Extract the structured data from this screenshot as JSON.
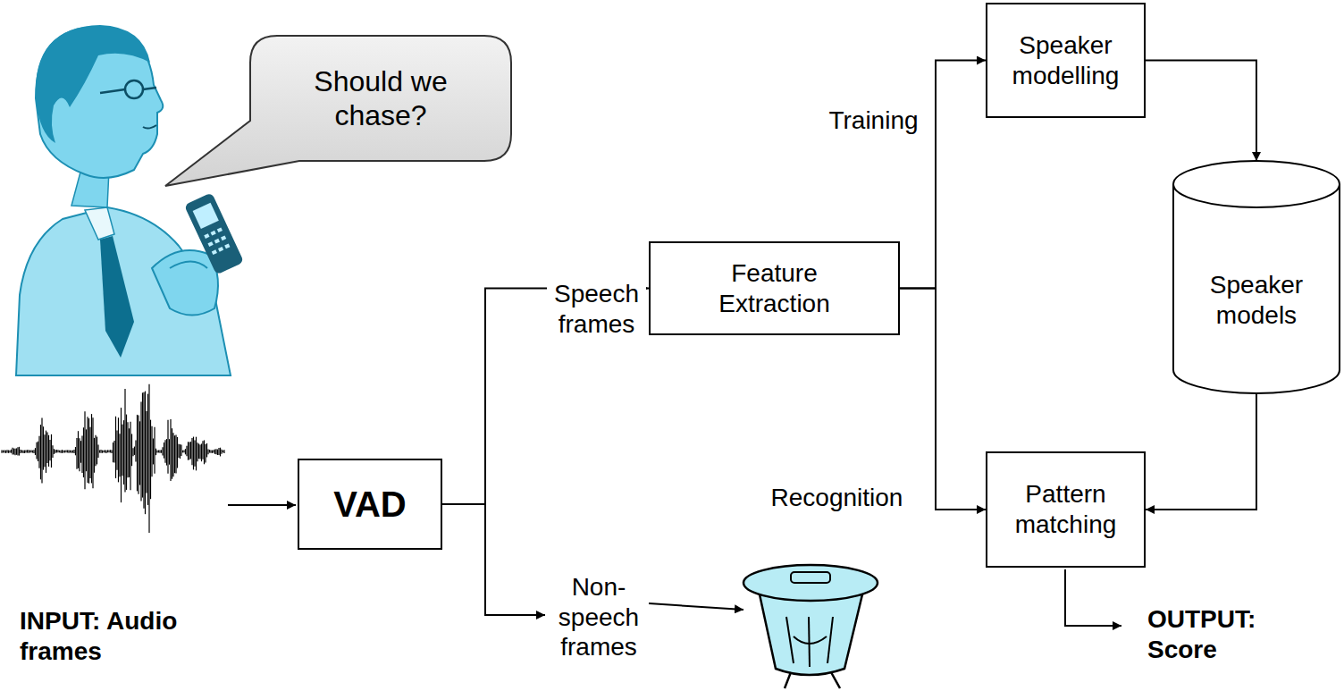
{
  "diagram": {
    "nodes": [
      {
        "text": [
          "Should we chase?"
        ]
      },
      {
        "text": [
          "VAD"
        ]
      },
      {
        "text": [
          "Feature Extraction"
        ]
      },
      {
        "text": [
          "Speaker modelling"
        ]
      },
      {
        "text": [
          "Speaker models"
        ]
      },
      {
        "text": [
          "Pattern matching"
        ]
      }
    ],
    "edges": [
      {
        "from": 1,
        "to": 2,
        "label": "Speech frames",
        "arrow": "to"
      },
      {
        "from": 2,
        "to": 3,
        "label": "Training",
        "arrow": "to"
      },
      {
        "from": 2,
        "to": 5,
        "label": "Recognition",
        "arrow": "to"
      },
      {
        "from": 3,
        "to": 4,
        "arrow": "to"
      },
      {
        "from": 4,
        "to": 5,
        "arrow": "to"
      }
    ],
    "labels": [
      "INPUT: Audio frames",
      "Non-speech frames",
      "OUTPUT: Score"
    ]
  }
}
